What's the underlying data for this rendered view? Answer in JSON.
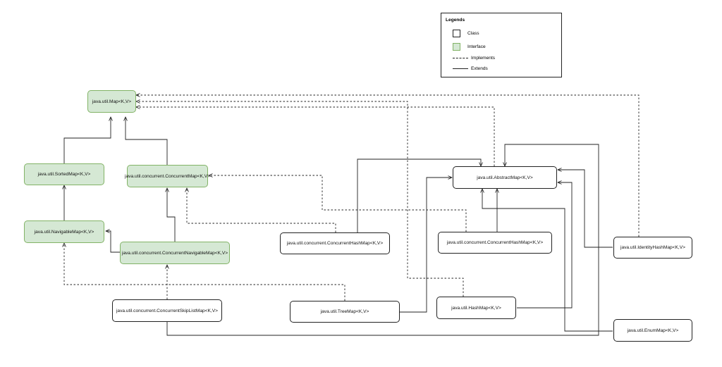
{
  "legend": {
    "title": "Legends",
    "class_label": "Class",
    "interface_label": "Interface",
    "implements_label": "Implements",
    "extends_label": "Extends"
  },
  "nodes": {
    "map": "java.util.Map<K,V>",
    "sorted_map": "java.util.SortedMap<K,V>",
    "navigable_map": "java.util.NavigableMap<K,V>",
    "concurrent_map": "java.util.concurrent.ConcurrentMap<K,V>",
    "concurrent_navigable_map": "java.util.concurrent.ConcurrentNavigableMap<K,V>",
    "concurrent_skip_list_map": "java.util.concurrent.ConcurrentSkipListMap<K,V>",
    "tree_map": "java.util.TreeMap<K,V>",
    "abstract_map": "java.util.AbstractMap<K,V>",
    "concurrent_hash_map": "java.util.concurrent.ConcurrentHashMap<K,V>",
    "concurrent_hash_map_2": "java.util.concurrent.ConcurrentHashMap<K,V>",
    "hash_map": "java.util.HashMap<K,V>",
    "identity_hash_map": "java.util.IdentityHashMap<K,V>",
    "enum_map": "java.util.EnumMap<K,V>"
  },
  "colors": {
    "interface_fill": "#d5e8d4",
    "interface_border": "#82b366",
    "class_border": "#222222",
    "edge": "#222222"
  }
}
